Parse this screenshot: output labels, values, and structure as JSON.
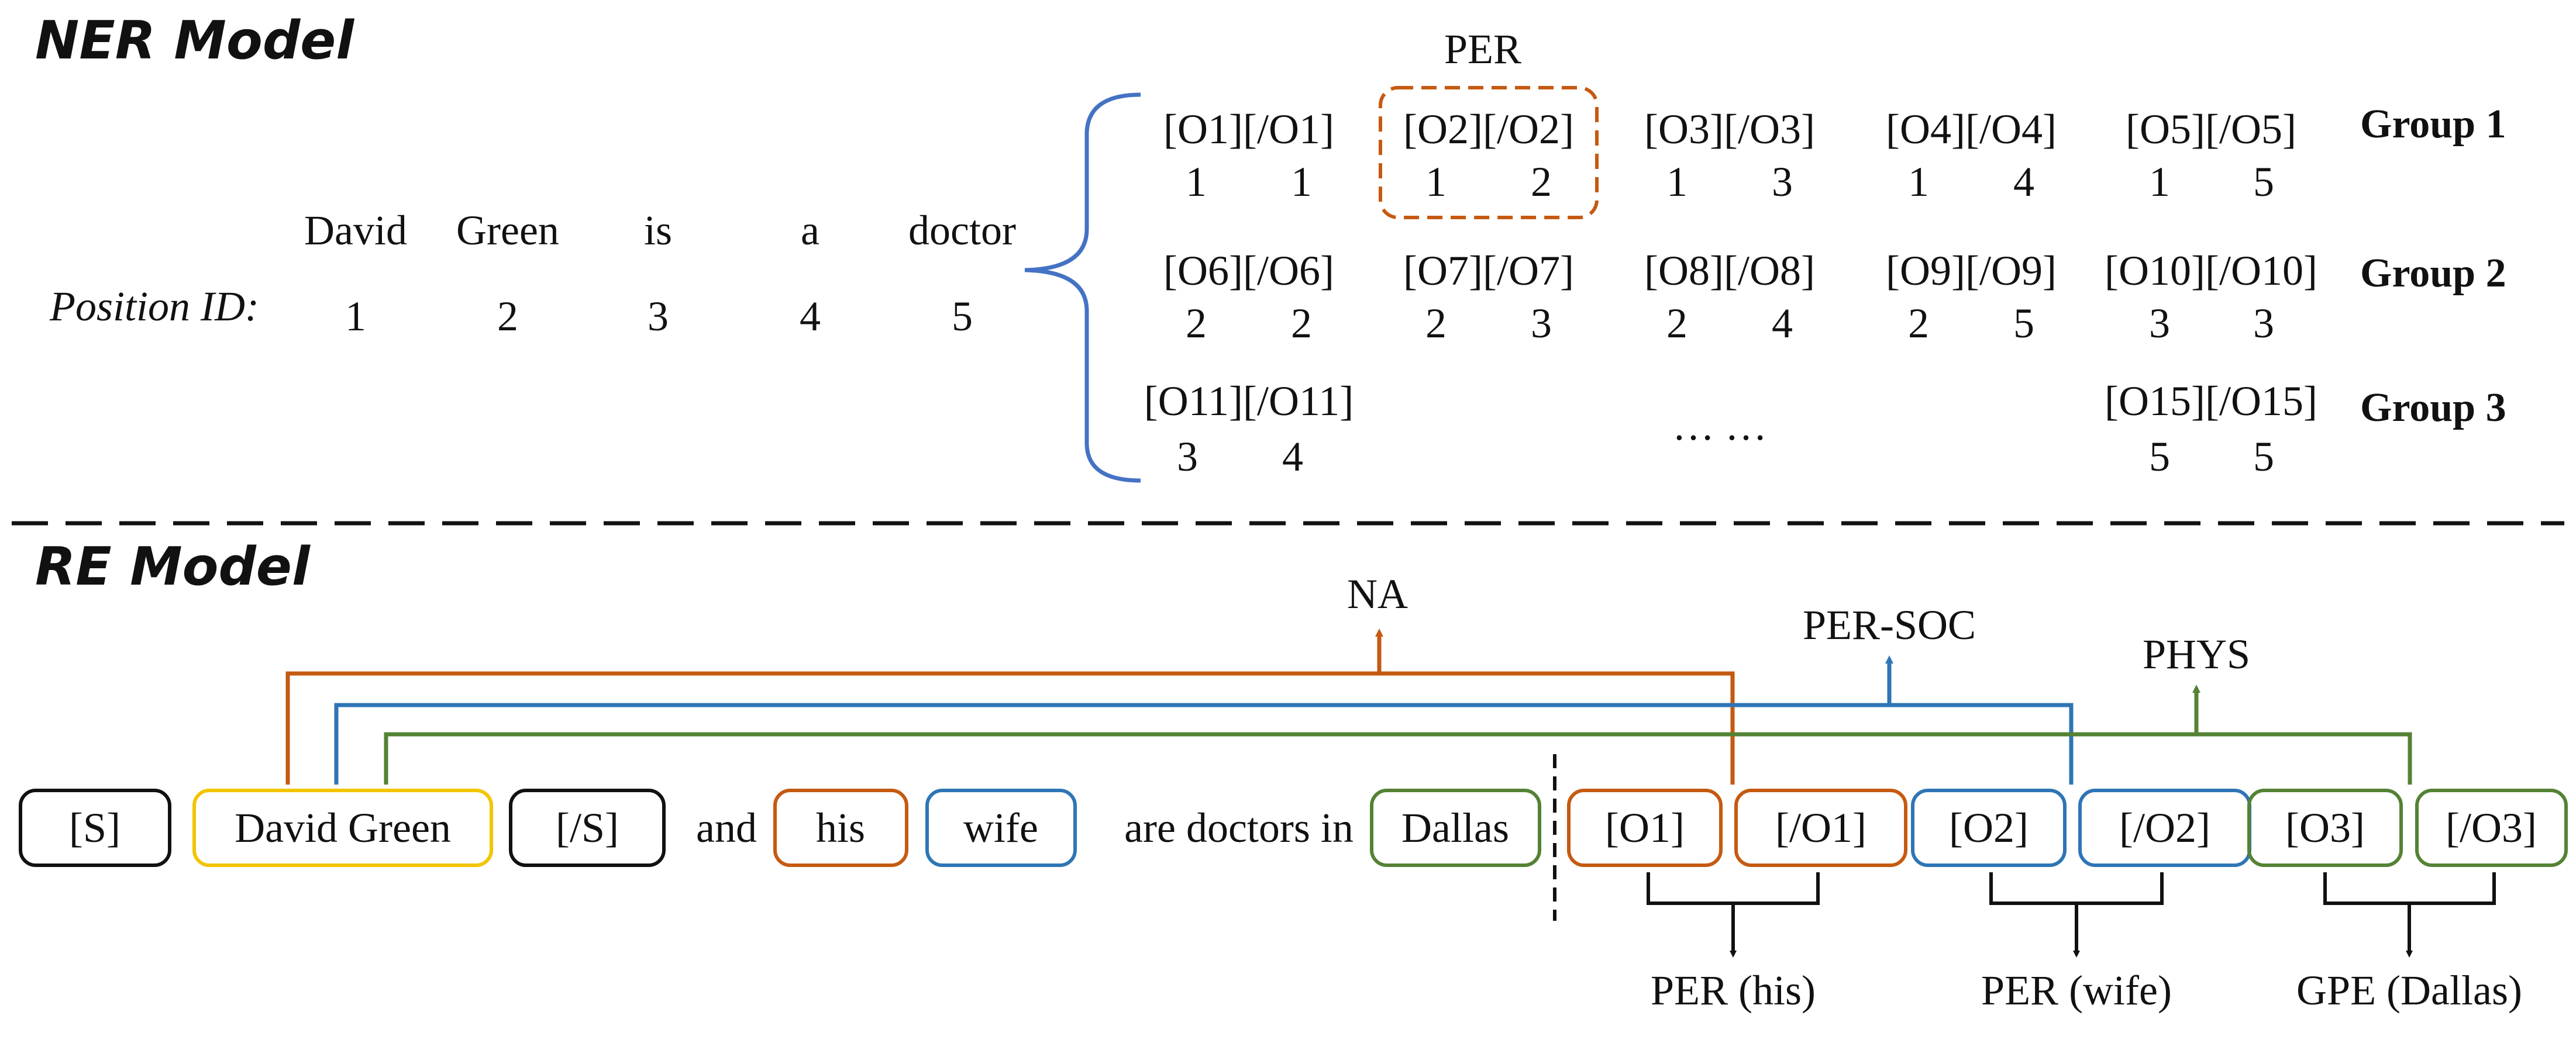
{
  "ner": {
    "title": "NER Model",
    "sentence": [
      "David",
      "Green",
      "is",
      "a",
      "doctor"
    ],
    "position_label": "Position ID:",
    "position_ids": [
      "1",
      "2",
      "3",
      "4",
      "5"
    ],
    "per_label": "PER",
    "groups": [
      {
        "label": "Group 1",
        "pairs": [
          {
            "tokens": "[O1][/O1]",
            "start": "1",
            "end": "1"
          },
          {
            "tokens": "[O2][/O2]",
            "start": "1",
            "end": "2"
          },
          {
            "tokens": "[O3][/O3]",
            "start": "1",
            "end": "3"
          },
          {
            "tokens": "[O4][/O4]",
            "start": "1",
            "end": "4"
          },
          {
            "tokens": "[O5][/O5]",
            "start": "1",
            "end": "5"
          }
        ]
      },
      {
        "label": "Group 2",
        "pairs": [
          {
            "tokens": "[O6][/O6]",
            "start": "2",
            "end": "2"
          },
          {
            "tokens": "[O7][/O7]",
            "start": "2",
            "end": "3"
          },
          {
            "tokens": "[O8][/O8]",
            "start": "2",
            "end": "4"
          },
          {
            "tokens": "[O9][/O9]",
            "start": "2",
            "end": "5"
          },
          {
            "tokens": "[O10][/O10]",
            "start": "3",
            "end": "3"
          }
        ]
      },
      {
        "label": "Group 3",
        "pairs": [
          {
            "tokens": "[O11][/O11]",
            "start": "3",
            "end": "4"
          },
          {
            "tokens": "[O15][/O15]",
            "start": "5",
            "end": "5"
          }
        ],
        "ellipsis": "… …"
      }
    ]
  },
  "re": {
    "title": "RE Model",
    "relations": {
      "na": "NA",
      "per_soc": "PER-SOC",
      "phys": "PHYS"
    },
    "sentence": {
      "subject_start": "[S]",
      "subject": "David Green",
      "subject_end": "[/S]",
      "and": "and",
      "his": "his",
      "wife": "wife",
      "are_doctors_in": "are doctors in",
      "dallas": "Dallas"
    },
    "markers": [
      "[O1]",
      "[/O1]",
      "[O2]",
      "[/O2]",
      "[O3]",
      "[/O3]"
    ],
    "entity_types": [
      "PER (his)",
      "PER (wife)",
      "GPE (Dallas)"
    ]
  },
  "colors": {
    "orange": "#c55a11",
    "blue": "#2e75b6",
    "green": "#548235",
    "yellow": "#f2c500",
    "bracket_blue": "#4472c4",
    "black": "#111111"
  }
}
